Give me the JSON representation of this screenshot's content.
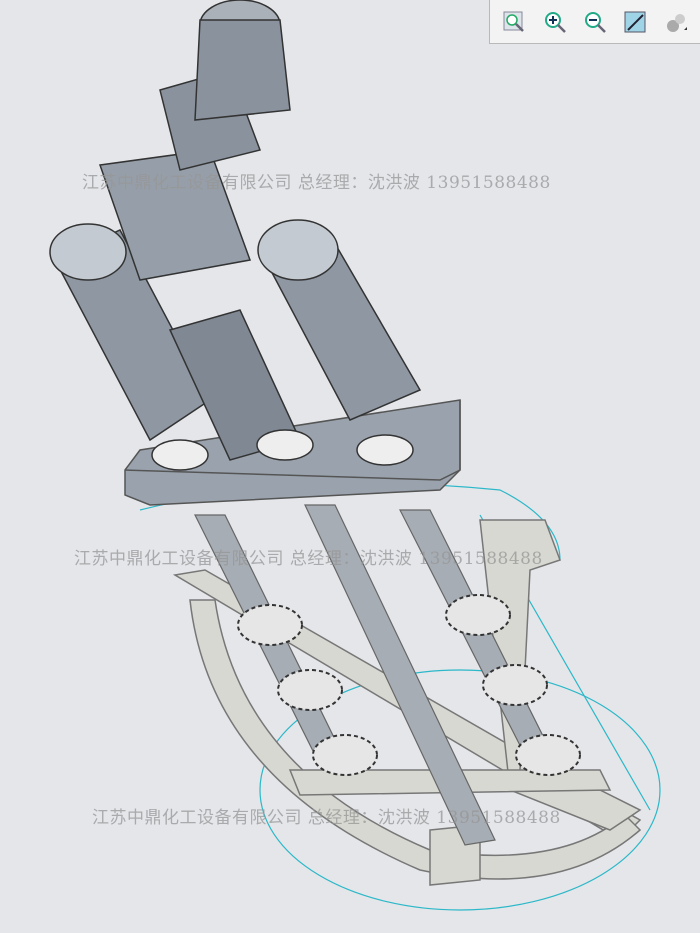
{
  "toolbar": {
    "buttons": [
      {
        "name": "zoom-fit",
        "icon": "zoom-box-icon"
      },
      {
        "name": "zoom-in",
        "icon": "zoom-in-icon"
      },
      {
        "name": "zoom-out",
        "icon": "zoom-out-icon"
      },
      {
        "name": "repaint",
        "icon": "repaint-icon"
      },
      {
        "name": "display-style",
        "icon": "shaded-display-icon"
      }
    ]
  },
  "watermarks": [
    "江苏中鼎化工设备有限公司 总经理：沈洪波 13951588488",
    "江苏中鼎化工设备有限公司 总经理：沈洪波 13951588488",
    "江苏中鼎化工设备有限公司 总经理：沈洪波 13951588488"
  ],
  "colors": {
    "background": "#e4e6ea",
    "model": "#9aa3ad",
    "frame": "#d6d6d0",
    "selection": "#2bb8c8"
  }
}
